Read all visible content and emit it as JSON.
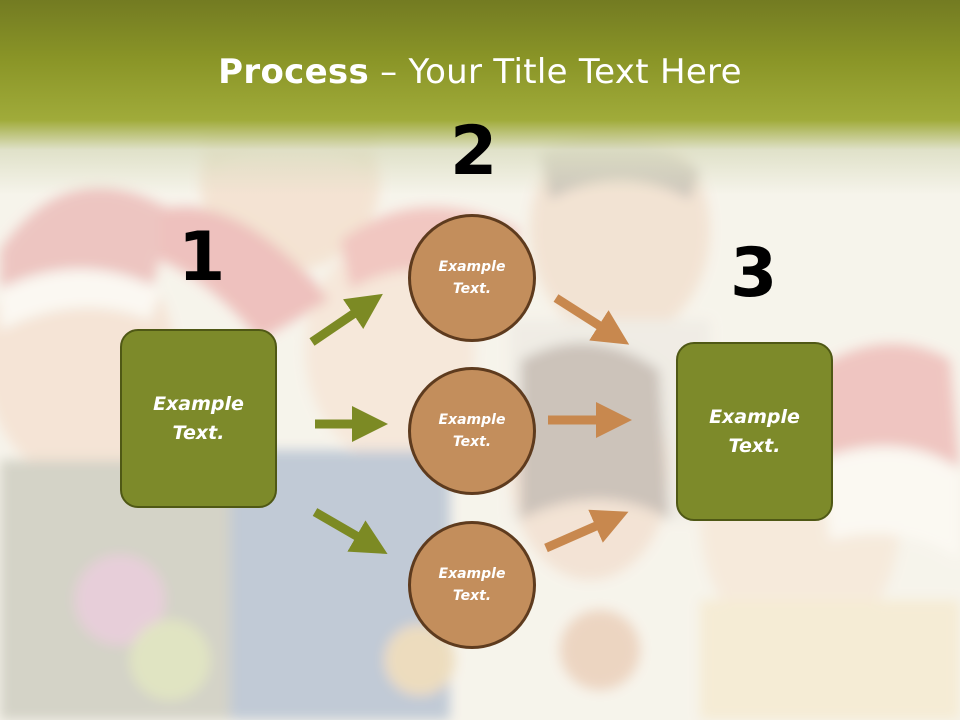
{
  "slide": {
    "title_bold": "Process",
    "title_rest": " – Your Title Text Here"
  },
  "steps": {
    "one": "1",
    "two": "2",
    "three": "3"
  },
  "boxes": {
    "left": "Example\nText.",
    "right": "Example\nText."
  },
  "circles": {
    "top": "Example\nText.",
    "middle": "Example\nText.",
    "bottom": "Example\nText."
  },
  "colors": {
    "olive": "#7d8a2a",
    "tan": "#c38e5c",
    "green_arrow": "#7c8a24",
    "tan_arrow": "#c8884e"
  },
  "background": {
    "image": "party-people-photo"
  }
}
